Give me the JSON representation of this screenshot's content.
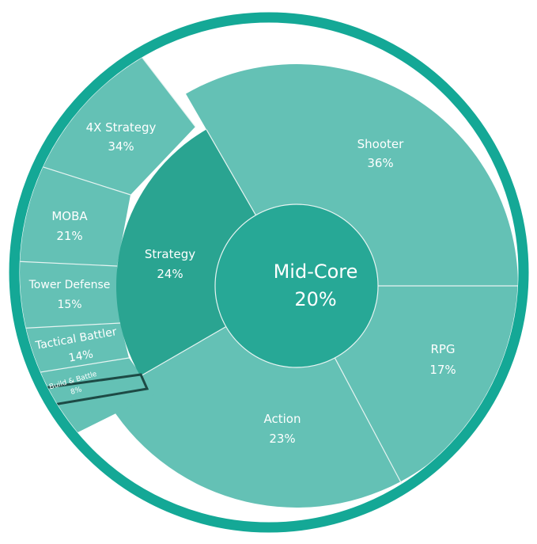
{
  "chart_data": {
    "type": "sunburst",
    "center": {
      "label": "Mid-Core",
      "value": "20%"
    },
    "categories": [
      {
        "name": "Shooter",
        "value": "36%",
        "children": []
      },
      {
        "name": "RPG",
        "value": "17%",
        "children": []
      },
      {
        "name": "Action",
        "value": "23%",
        "children": []
      },
      {
        "name": "Strategy",
        "value": "24%",
        "children": [
          {
            "name": "Build & Battle",
            "value": "8%"
          },
          {
            "name": "Tactical Battler",
            "value": "14%"
          },
          {
            "name": "Tower Defense",
            "value": "15%"
          },
          {
            "name": "MOBA",
            "value": "21%"
          },
          {
            "name": "4X Strategy",
            "value": "34%"
          }
        ]
      }
    ]
  },
  "colors": {
    "ring": "#14a896",
    "center": "#27a896",
    "strategy": "#2aa491",
    "outer": "#64c1b5",
    "divider": "#e7f4f2",
    "highlight": "#1d4a45",
    "background": "#ffffff"
  }
}
